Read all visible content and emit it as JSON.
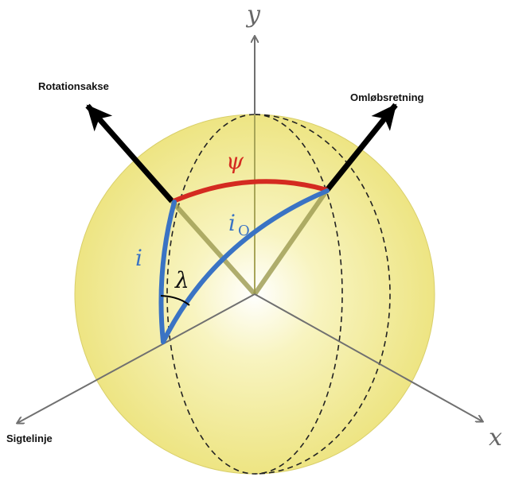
{
  "labels": {
    "rotation_axis": "Rotationsakse",
    "orbit_direction": "Omløbsretning",
    "line_of_sight": "Sigtelinje",
    "y_axis": "y",
    "x_axis": "x",
    "psi": "ψ",
    "i": "i",
    "i_o": "i",
    "i_o_subscript": "O",
    "lambda": "λ"
  },
  "colors": {
    "sphere": "#f1eb8e",
    "psi_arc": "#d42a20",
    "inclination_arcs": "#3a73c4",
    "arrows": "#000000",
    "axes": "#707070"
  }
}
